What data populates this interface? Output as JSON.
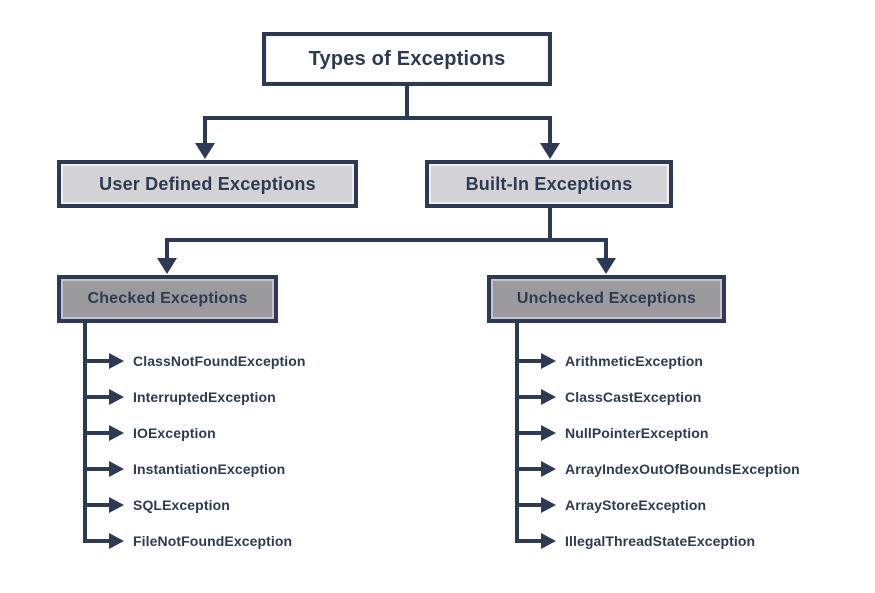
{
  "diagram_title": "Types of Exceptions",
  "root": {
    "label": "Types of Exceptions"
  },
  "level2": {
    "user_defined": {
      "label": "User Defined Exceptions"
    },
    "built_in": {
      "label": "Built-In Exceptions"
    }
  },
  "level3": {
    "checked": {
      "label": "Checked Exceptions",
      "items": [
        "ClassNotFoundException",
        "InterruptedException",
        "IOException",
        "InstantiationException",
        "SQLException",
        "FileNotFoundException"
      ]
    },
    "unchecked": {
      "label": "Unchecked Exceptions",
      "items": [
        "ArithmeticException",
        "ClassCastException",
        "NullPointerException",
        "ArrayIndexOutOfBoundsException",
        "ArrayStoreException",
        "IllegalThreadStateException"
      ]
    }
  },
  "colors": {
    "line": "#2d3a53",
    "text": "#2d3a53",
    "root_box_fill": "#ffffff",
    "level2_box_fill": "#d3d3d5",
    "level3_box_fill": "#9b9b9d",
    "background": "#ffffff"
  }
}
